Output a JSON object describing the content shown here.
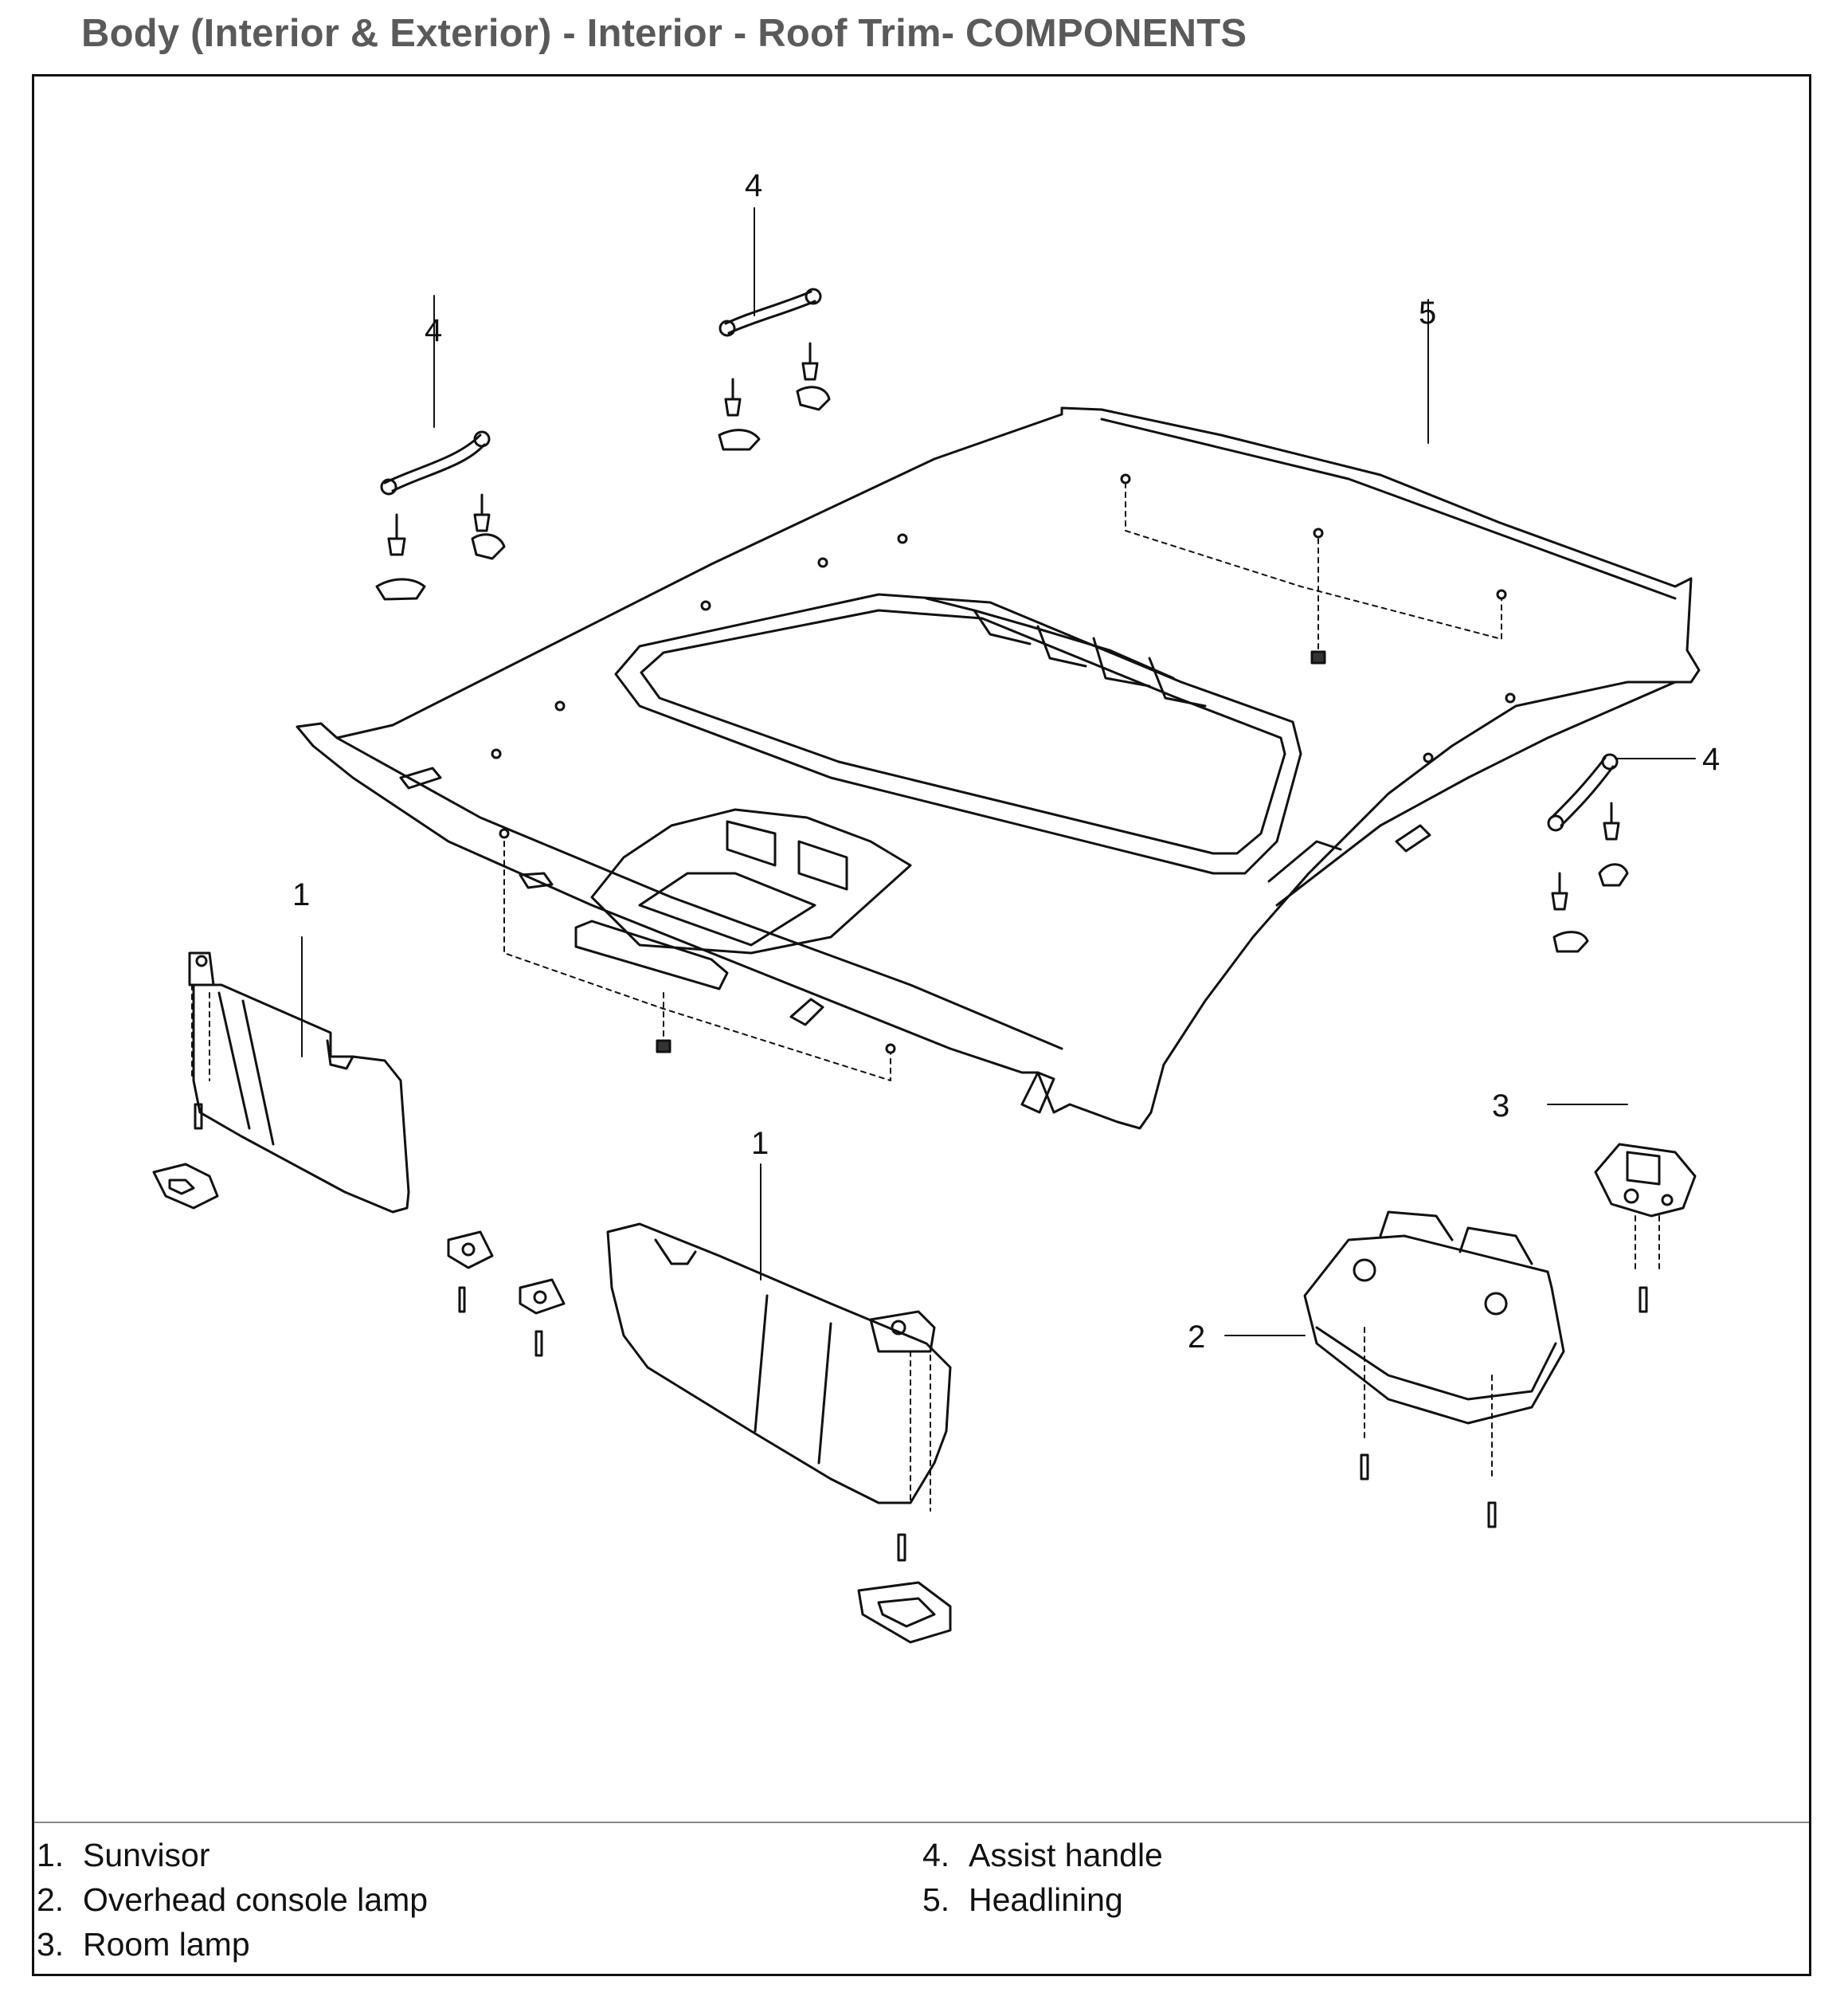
{
  "title": "Body (Interior & Exterior) - Interior - Roof Trim- COMPONENTS",
  "callouts": {
    "sunvisor": "1",
    "overhead_console_lamp": "2",
    "room_lamp": "3",
    "assist_handle": "4",
    "headlining": "5"
  },
  "legend": [
    {
      "num": "1.",
      "label": "Sunvisor"
    },
    {
      "num": "2.",
      "label": "Overhead console lamp"
    },
    {
      "num": "3.",
      "label": "Room lamp"
    },
    {
      "num": "4.",
      "label": "Assist handle"
    },
    {
      "num": "5.",
      "label": "Headlining"
    }
  ]
}
